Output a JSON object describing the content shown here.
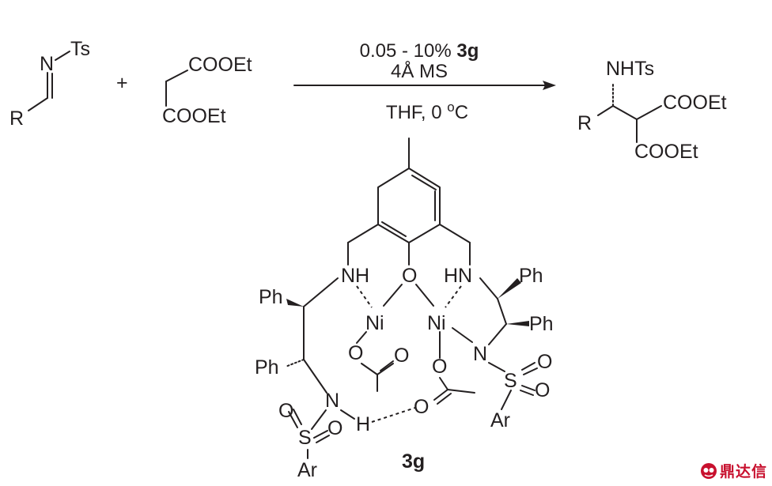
{
  "reagent_imine": {
    "n": "N",
    "ts": "Ts",
    "r": "R"
  },
  "plus": "+",
  "reagent_malonate": {
    "ester1": "COOEt",
    "ester2": "COOEt"
  },
  "conditions": {
    "line1_prefix": "0.05 - 10% ",
    "line1_catalyst": "3g",
    "line2": "4Å MS",
    "line3_prefix": "THF, 0 ",
    "line3_degree": "o",
    "line3_unit": "C"
  },
  "product": {
    "nhts": "NHTs",
    "r": "R",
    "ester1": "COOEt",
    "ester2": "COOEt"
  },
  "catalyst": {
    "label": "3g",
    "nh_left": "NH",
    "o_center": "O",
    "hn_right": "HN",
    "ni_left": "Ni",
    "ni_right": "Ni",
    "ph_upper_left": "Ph",
    "ph_lower_left": "Ph",
    "ph_upper_right": "Ph",
    "ph_lower_right": "Ph",
    "o_acetate_left_1": "O",
    "o_acetate_left_2": "O",
    "o_acetate_right_1": "O",
    "o_acetate_right_2": "O",
    "n_right": "N",
    "s_right": "S",
    "o_sulfonyl_right_1": "O",
    "o_sulfonyl_right_2": "O",
    "ar_right": "Ar",
    "n_left": "N",
    "h_left": "H",
    "s_left": "S",
    "o_sulfonyl_left_1": "O",
    "o_sulfonyl_left_2": "O",
    "ar_left": "Ar"
  },
  "watermark": {
    "text": "鼎达信"
  },
  "colors": {
    "ink": "#231f20",
    "watermark": "#c8102e"
  }
}
